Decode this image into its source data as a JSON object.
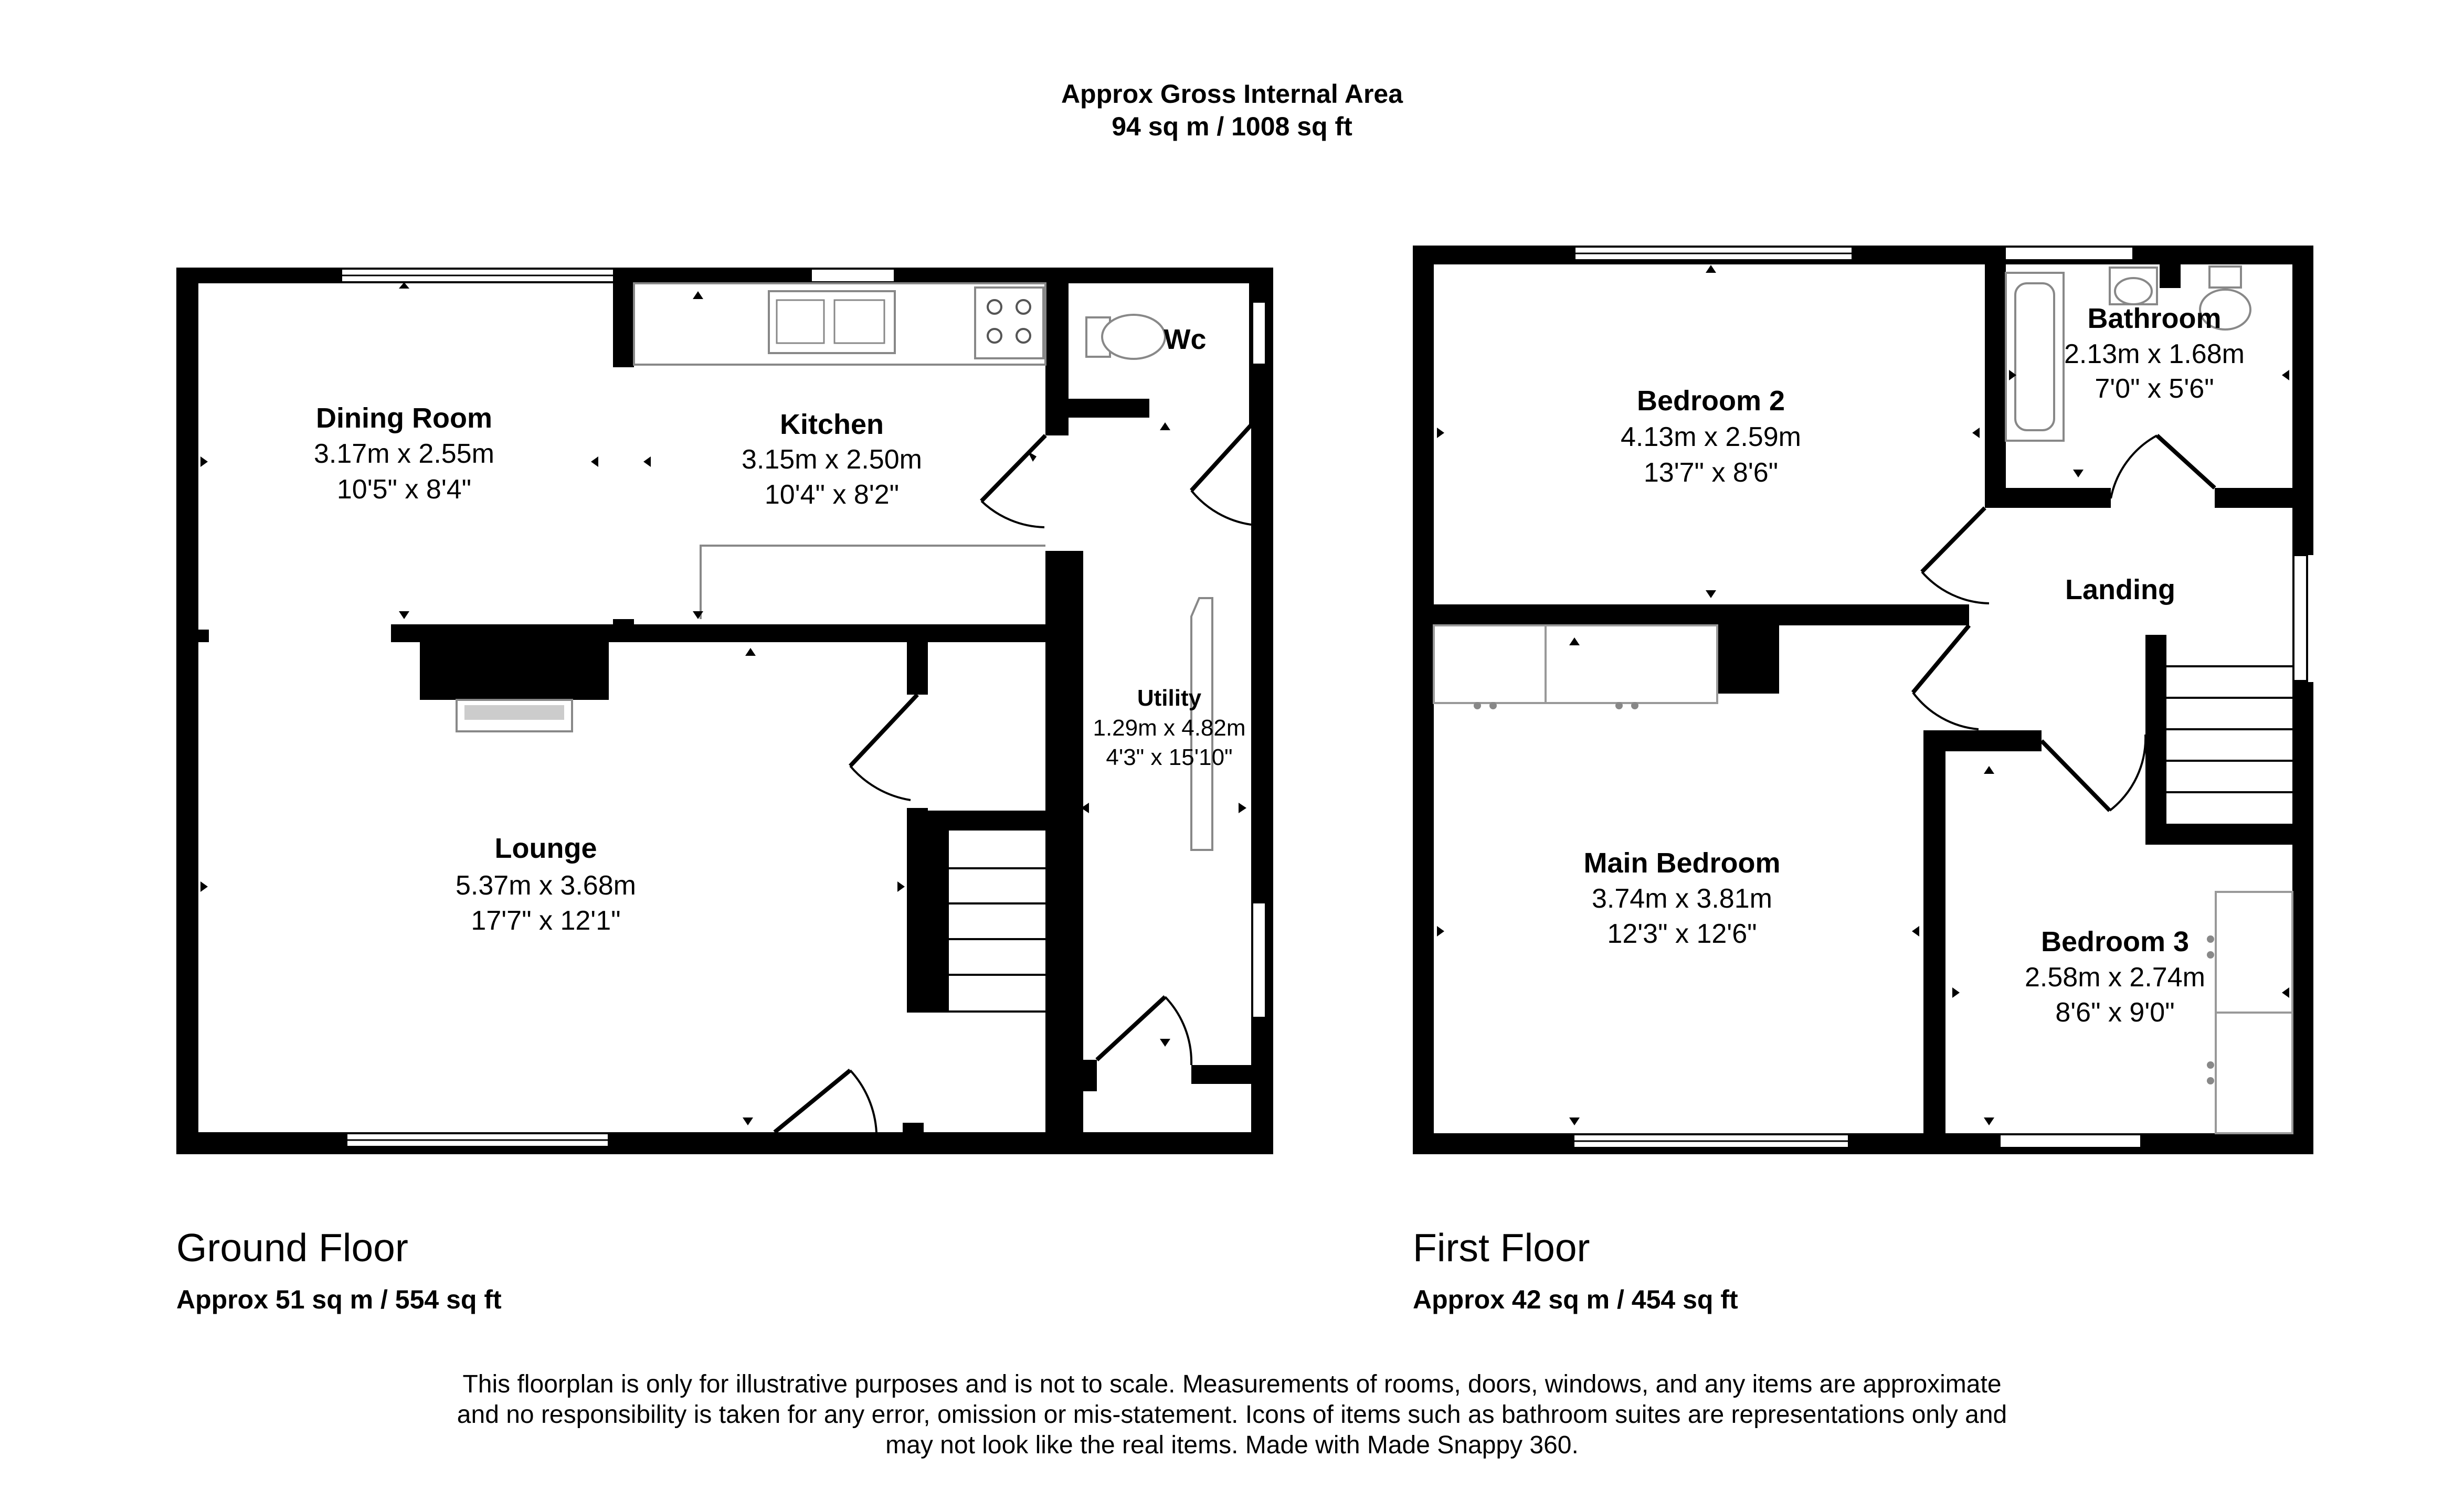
{
  "header": {
    "line1": "Approx Gross Internal Area",
    "line2": "94 sq m / 1008 sq ft"
  },
  "ground_floor": {
    "name": "Ground Floor",
    "area": "Approx 51 sq m / 554 sq ft",
    "rooms": {
      "dining": {
        "name": "Dining Room",
        "metric": "3.17m x 2.55m",
        "imperial": "10'5\" x 8'4\""
      },
      "kitchen": {
        "name": "Kitchen",
        "metric": "3.15m x 2.50m",
        "imperial": "10'4\" x 8'2\""
      },
      "wc": {
        "name": "Wc"
      },
      "utility": {
        "name": "Utility",
        "metric": "1.29m x 4.82m",
        "imperial": "4'3\" x 15'10\""
      },
      "lounge": {
        "name": "Lounge",
        "metric": "5.37m x 3.68m",
        "imperial": "17'7\" x 12'1\""
      }
    }
  },
  "first_floor": {
    "name": "First Floor",
    "area": "Approx 42 sq m / 454 sq ft",
    "rooms": {
      "bedroom2": {
        "name": "Bedroom 2",
        "metric": "4.13m x 2.59m",
        "imperial": "13'7\" x 8'6\""
      },
      "bathroom": {
        "name": "Bathroom",
        "metric": "2.13m x 1.68m",
        "imperial": "7'0\" x 5'6\""
      },
      "landing": {
        "name": "Landing"
      },
      "main_bedroom": {
        "name": "Main Bedroom",
        "metric": "3.74m x 3.81m",
        "imperial": "12'3\" x 12'6\""
      },
      "bedroom3": {
        "name": "Bedroom 3",
        "metric": "2.58m x 2.74m",
        "imperial": "8'6\" x 9'0\""
      }
    }
  },
  "disclaimer": {
    "line1": "This floorplan is only for illustrative purposes and is not to scale. Measurements of rooms, doors, windows, and any items are approximate",
    "line2": "and no responsibility is taken for any error, omission or mis-statement. Icons of items such as bathroom suites are representations only and",
    "line3": "may not look like the real items. Made with Made Snappy 360."
  },
  "colors": {
    "wall": "#000000",
    "fixture": "#888888",
    "window": "#ffffff"
  }
}
